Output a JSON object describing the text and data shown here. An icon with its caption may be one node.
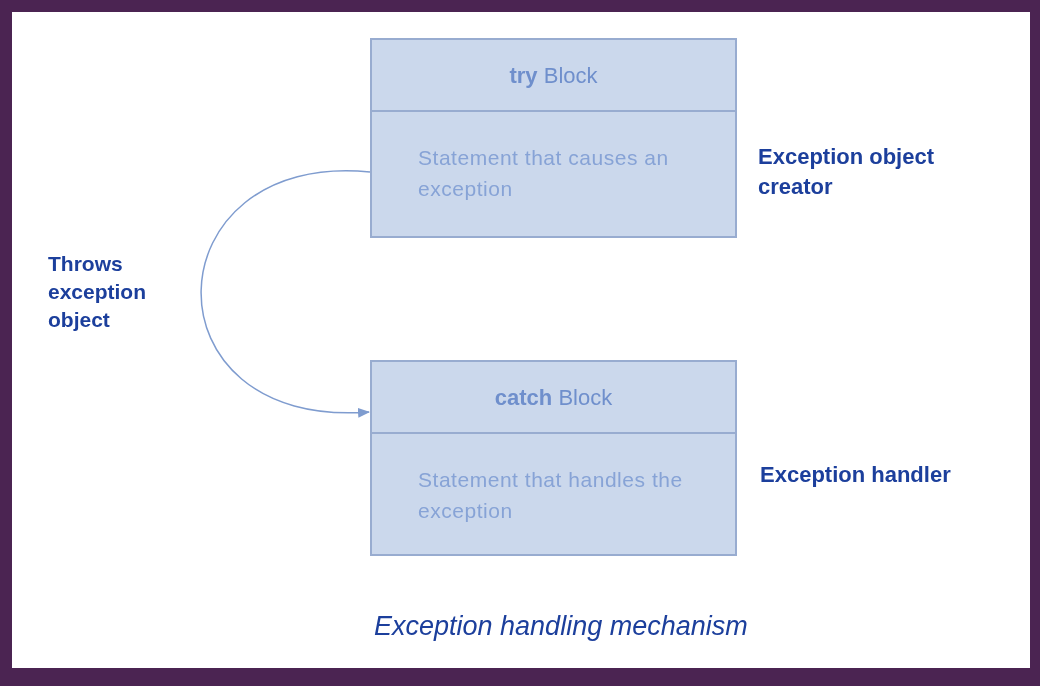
{
  "diagram": {
    "caption": "Exception handling mechanism",
    "nodes": [
      {
        "text": [
          "**try** Block",
          "Statement that causes an exception"
        ],
        "beside": [
          "Exception object creator"
        ]
      },
      {
        "text": [
          "**catch** Block",
          "Statement that handles the exception"
        ],
        "beside": [
          "Exception handler"
        ]
      }
    ],
    "edges": [
      {
        "from": 0,
        "to": 1,
        "arrow": "to",
        "label": "Throws exception object"
      }
    ]
  }
}
